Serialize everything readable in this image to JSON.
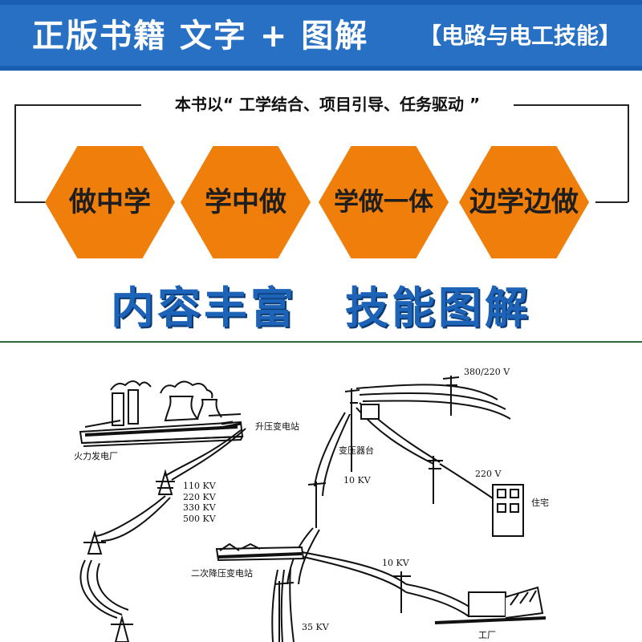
{
  "banner": {
    "title": "正版书籍 文字 + 图解",
    "subtitle": "【电路与电工技能】",
    "bg_color": "#2770c4"
  },
  "slogan": "本书以“ 工学结合、项目引导、任务驱动 ”",
  "hexagons": [
    "做中学",
    "学中做",
    "学做一体",
    "边学边做"
  ],
  "hex_color": "#f07e0a",
  "headline": {
    "left": "内容丰富",
    "right": "技能图解",
    "color": "#1d63b7"
  },
  "diagram": {
    "labels": {
      "power_plant": "火力发电厂",
      "step_up_station": "升压变电站",
      "transmission_voltages": [
        "110 KV",
        "220 KV",
        "330 KV",
        "500 KV"
      ],
      "transformer_platform": "变压器台",
      "v_10kv_top": "10 KV",
      "v_380_220": "380/220 V",
      "v_220": "220 V",
      "residence": "住宅",
      "secondary_substation": "二次降压变电站",
      "v_10kv_bottom": "10 KV",
      "v_35kv": "35 KV",
      "factory": "工厂"
    }
  }
}
